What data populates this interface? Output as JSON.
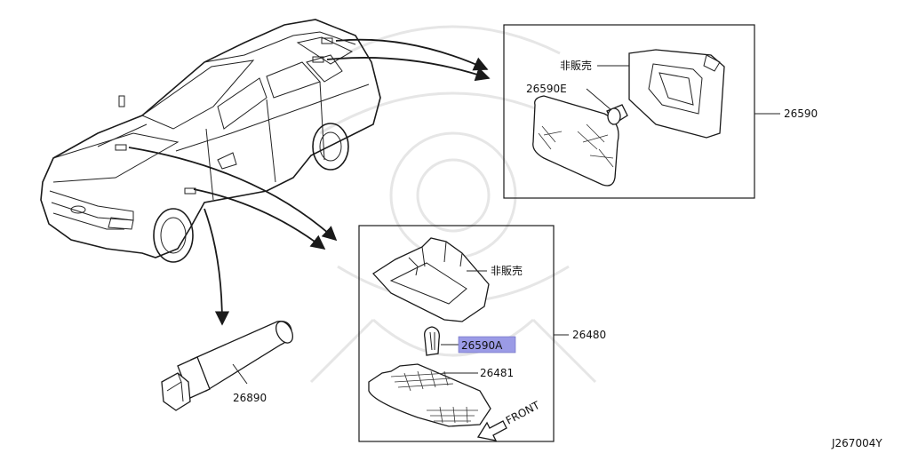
{
  "diagram_id": "J267004Y",
  "labels": {
    "upper_assembly": "26590",
    "upper_bulb": "26590E",
    "upper_not_sold": "非販売",
    "lower_assembly": "26480",
    "lower_bulb": "26590A",
    "lower_lens": "26481",
    "lower_not_sold": "非販売",
    "tool": "26890",
    "front": "FRONT"
  },
  "colors": {
    "highlight": "#9b9be6",
    "line": "#1a1a1a"
  },
  "icons": {
    "front_arrow": "front-direction-arrow-icon"
  }
}
